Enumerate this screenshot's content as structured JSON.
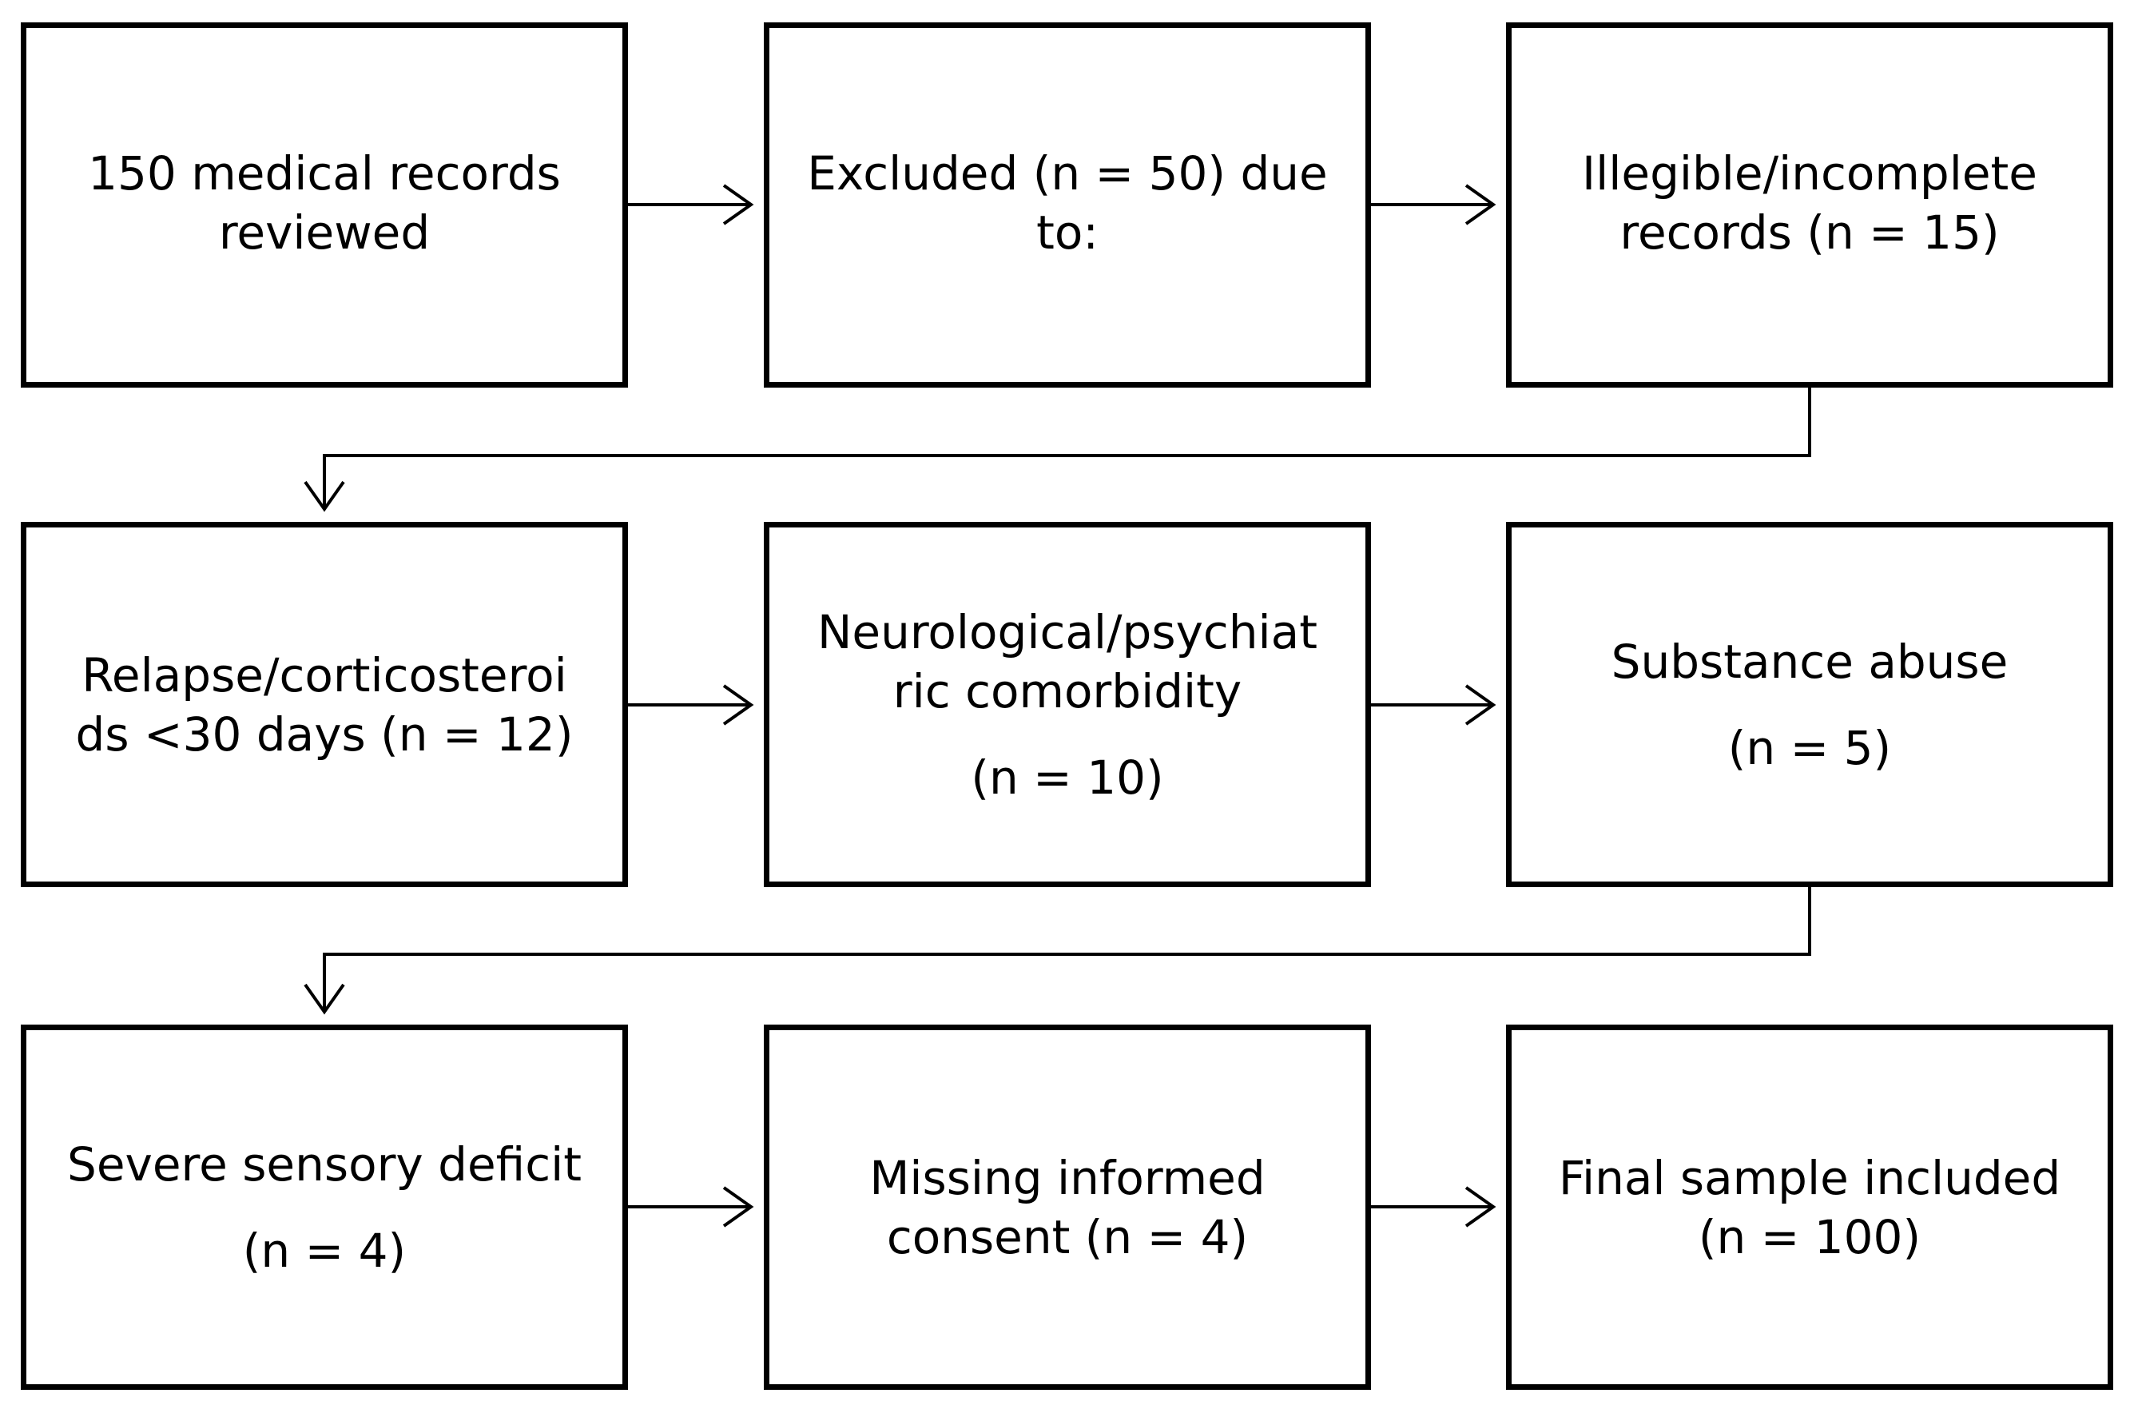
{
  "boxes": {
    "records_reviewed": [
      "150 medical records",
      "reviewed"
    ],
    "excluded": [
      "Excluded (n = 50) due",
      "to:"
    ],
    "illegible": [
      "Illegible/incomplete",
      "records (n = 15)"
    ],
    "relapse": [
      "Relapse/corticosteroi",
      "ds <30 days (n = 12)"
    ],
    "neuro": [
      "Neurological/psychiat",
      "ric comorbidity",
      "(n = 10)"
    ],
    "substance": [
      "Substance abuse",
      "(n = 5)"
    ],
    "sensory": [
      "Severe sensory deficit",
      "(n = 4)"
    ],
    "consent": [
      "Missing informed",
      "consent (n = 4)"
    ],
    "final": [
      "Final sample included",
      "(n = 100)"
    ]
  },
  "style": {
    "stroke_color": "#000000",
    "background_color": "#ffffff"
  }
}
